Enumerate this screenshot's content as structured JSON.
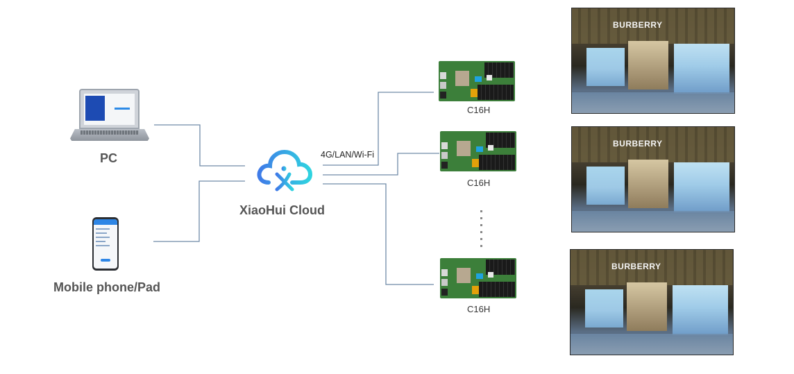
{
  "sources": {
    "pc": {
      "label": "PC",
      "icon": "laptop-icon"
    },
    "mobile": {
      "label": "Mobile phone/Pad",
      "icon": "smartphone-icon"
    }
  },
  "cloud": {
    "label": "XiaoHui Cloud",
    "icon": "cloud-logo-icon"
  },
  "connection": {
    "label": "4G/LAN/Wi-Fi"
  },
  "controllers": [
    {
      "label": "C16H",
      "icon": "controller-board-icon"
    },
    {
      "label": "C16H",
      "icon": "controller-board-icon"
    },
    {
      "label": "C16H",
      "icon": "controller-board-icon"
    }
  ],
  "ellipsis": {
    "icon": "vertical-ellipsis-icon"
  },
  "displays": [
    {
      "sign": "BURBERRY",
      "icon": "store-led-display-photo"
    },
    {
      "sign": "BURBERRY",
      "icon": "store-led-display-photo"
    },
    {
      "sign": "BURBERRY",
      "icon": "store-led-display-photo"
    }
  ],
  "colors": {
    "connector": "#6f8aa8",
    "label": "#555555",
    "cloud_gradient": [
      "#3f7be8",
      "#2fd3e0"
    ]
  }
}
